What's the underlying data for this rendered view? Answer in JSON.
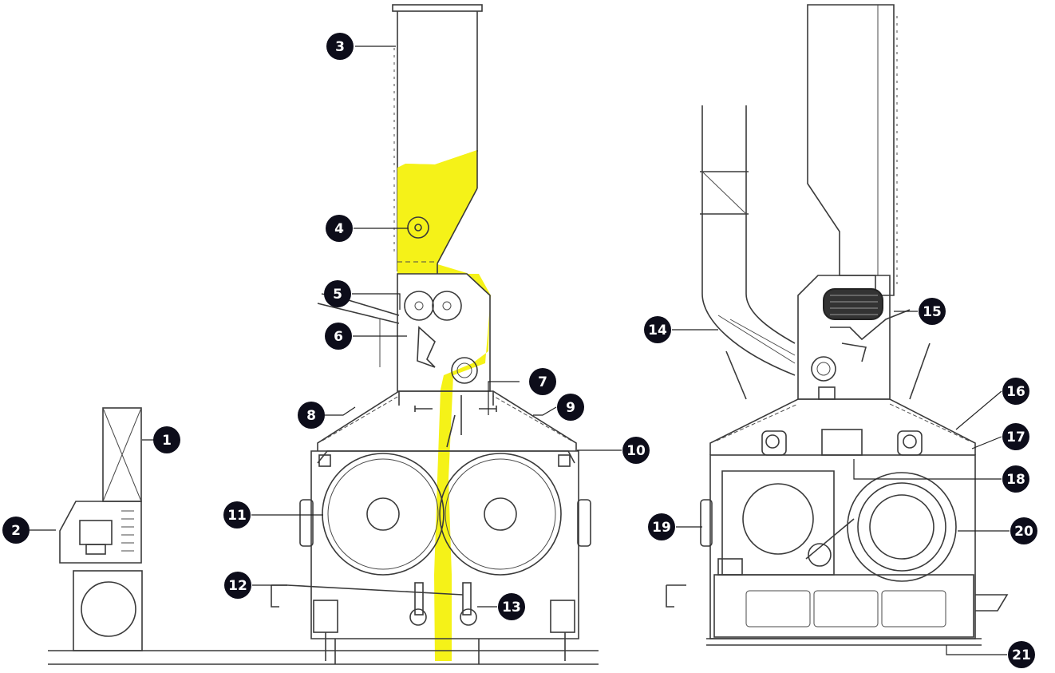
{
  "diagram": {
    "callouts": [
      {
        "id": "1",
        "label": "1"
      },
      {
        "id": "2",
        "label": "2"
      },
      {
        "id": "3",
        "label": "3"
      },
      {
        "id": "4",
        "label": "4"
      },
      {
        "id": "5",
        "label": "5"
      },
      {
        "id": "6",
        "label": "6"
      },
      {
        "id": "7",
        "label": "7"
      },
      {
        "id": "8",
        "label": "8"
      },
      {
        "id": "9",
        "label": "9"
      },
      {
        "id": "10",
        "label": "10"
      },
      {
        "id": "11",
        "label": "11"
      },
      {
        "id": "12",
        "label": "12"
      },
      {
        "id": "13",
        "label": "13"
      },
      {
        "id": "14",
        "label": "14"
      },
      {
        "id": "15",
        "label": "15"
      },
      {
        "id": "16",
        "label": "16"
      },
      {
        "id": "17",
        "label": "17"
      },
      {
        "id": "18",
        "label": "18"
      },
      {
        "id": "19",
        "label": "19"
      },
      {
        "id": "20",
        "label": "20"
      },
      {
        "id": "21",
        "label": "21"
      }
    ],
    "colors": {
      "material_flow": "#f5f218",
      "line": "#3a3a3a",
      "badge_fill": "#0d0d1a",
      "badge_text": "#ffffff",
      "background": "#ffffff"
    }
  }
}
